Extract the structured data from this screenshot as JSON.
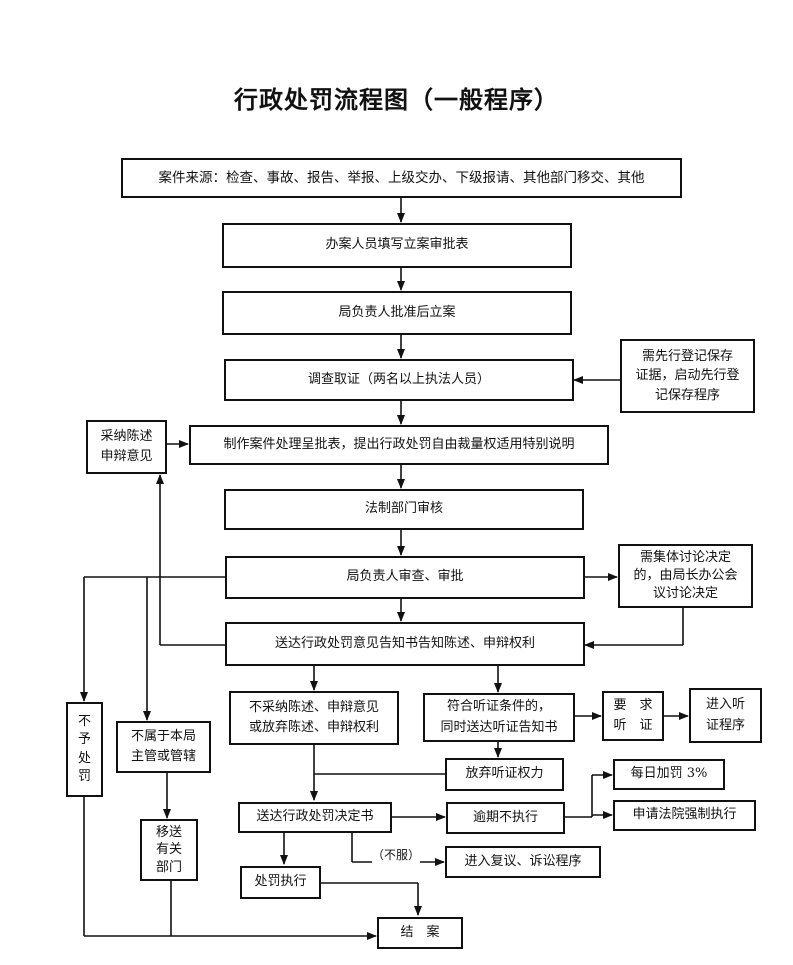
{
  "title": "行政处罚流程图（一般程序）",
  "boxes": {
    "source": "案件来源：检查、事故、报告、举报、上级交办、下级报请、其他部门移交、其他",
    "fill_form": "办案人员填写立案审批表",
    "approve_file": "局负责人批准后立案",
    "investigate": "调查取证（两名以上执法人员）",
    "preserve": [
      "需先行登记保存",
      "证据，启动先行登",
      "记保存程序"
    ],
    "adopt": [
      "采纳陈述",
      "申辩意见"
    ],
    "make_report": "制作案件处理呈批表，提出行政处罚自由裁量权适用特别说明",
    "legal_review": "法制部门审核",
    "leader_review": "局负责人审查、审批",
    "collective": [
      "需集体讨论决定",
      "的，由局长办公会",
      "议讨论决定"
    ],
    "notify": "送达行政处罚意见告知书告知陈述、申辩权利",
    "no_penalty": [
      "不",
      "予",
      "处",
      "罚"
    ],
    "not_jurisdiction": [
      "不属于本局",
      "主管或管辖"
    ],
    "reject": [
      "不采纳陈述、申辩意见",
      "或放弃陈述、申辩权利"
    ],
    "hearing_eligible": [
      "符合听证条件的，",
      "同时送达听证告知书"
    ],
    "request_hearing": [
      "要　求",
      "听　证"
    ],
    "enter_hearing": [
      "进入听",
      "证程序"
    ],
    "waive_hearing": "放弃听证权力",
    "transfer": [
      "移送",
      "有关",
      "部门"
    ],
    "decision": "送达行政处罚决定书",
    "overdue": "逾期不执行",
    "daily_penalty": "每日加罚 3%",
    "court": "申请法院强制执行",
    "appeal": "进入复议、诉讼程序",
    "execute": "处罚执行",
    "close": "结　案"
  },
  "labels": {
    "not_accept": "（不服）"
  }
}
